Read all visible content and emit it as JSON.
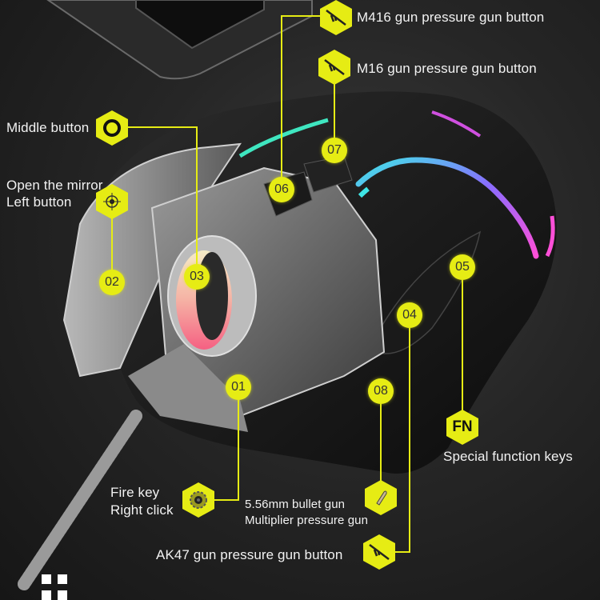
{
  "theme": {
    "accent": "#e6ec14",
    "background": "#1e1e1e",
    "text": "#f2f2f2",
    "rgb_cyan": "#3fe6e6",
    "rgb_magenta": "#e040e0"
  },
  "callouts": [
    {
      "id": "m416",
      "label": "M416 gun pressure gun button",
      "icon": "rifle-icon"
    },
    {
      "id": "m16",
      "label": "M16 gun pressure gun button",
      "icon": "rifle-icon"
    },
    {
      "id": "middle",
      "label": "Middle button",
      "icon": "ring-icon"
    },
    {
      "id": "mirror",
      "label_line1": "Open the mirror",
      "label_line2": "Left button",
      "icon": "crosshair-icon"
    },
    {
      "id": "fn",
      "label": "Special function keys",
      "icon_text": "FN"
    },
    {
      "id": "fire",
      "label_line1": "Fire key",
      "label_line2": "Right click",
      "icon": "gear-icon"
    },
    {
      "id": "bullet",
      "label_line1": "5.56mm bullet gun",
      "label_line2": "Multiplier pressure gun",
      "icon": "bullet-icon"
    },
    {
      "id": "ak47",
      "label": "AK47 gun pressure gun button",
      "icon": "rifle-icon"
    }
  ],
  "markers": [
    "01",
    "02",
    "03",
    "04",
    "05",
    "06",
    "07",
    "08"
  ],
  "footer": {
    "icon": "grid-menu-icon"
  }
}
